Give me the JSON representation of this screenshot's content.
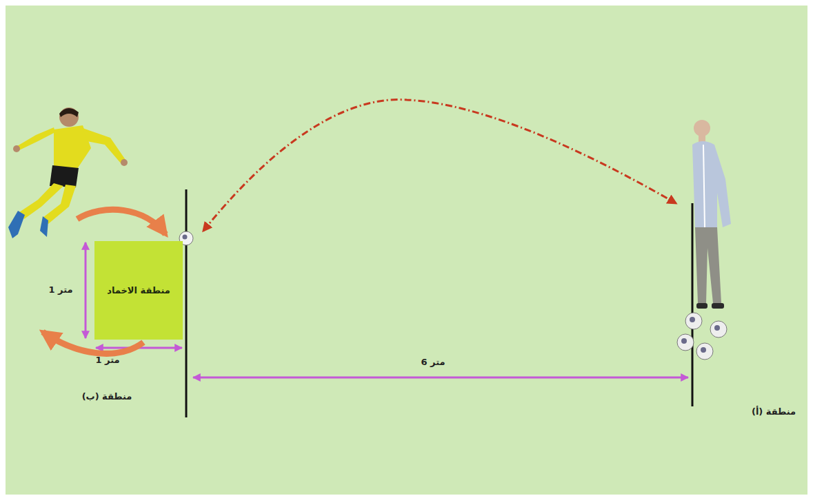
{
  "diagram": {
    "nodes": [
      {
        "text": [
          "منطقة الاخماد"
        ]
      }
    ],
    "labels": [
      "1 متر",
      "1 متر",
      "منطقة (ب)",
      "6 متر",
      "منطقة (أ)"
    ]
  }
}
